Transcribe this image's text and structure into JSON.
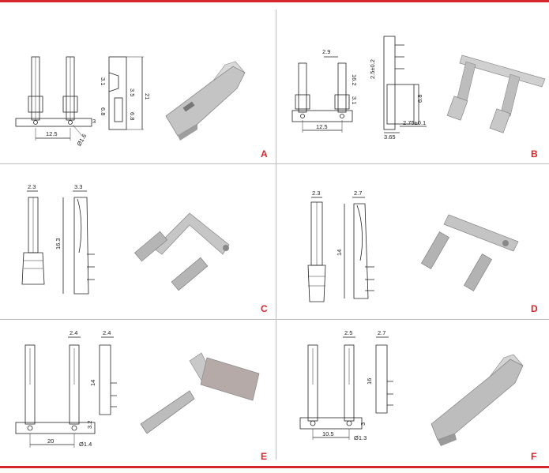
{
  "panels": [
    {
      "letter": "A",
      "dims": {
        "d1": "12.5",
        "d2": "Ø1.6",
        "d3": "21",
        "d4": "3.1",
        "d5": "3.5",
        "d6": "6.8",
        "d7": "6.8",
        "d8": "3"
      }
    },
    {
      "letter": "B",
      "dims": {
        "d1": "2.9",
        "d2": "2.5±0.2",
        "d3": "12.5",
        "d4": "3.65",
        "d5": "2.75±0.1",
        "d6": "6.8",
        "d7": "16.2",
        "d8": "3.1"
      }
    },
    {
      "letter": "C",
      "dims": {
        "d1": "2.3",
        "d2": "3.3",
        "d3": "16.3"
      }
    },
    {
      "letter": "D",
      "dims": {
        "d1": "2.3",
        "d2": "2.7",
        "d3": "14"
      }
    },
    {
      "letter": "E",
      "dims": {
        "d1": "2.4",
        "d2": "2.4",
        "d3": "14",
        "d4": "20",
        "d5": "Ø1.4",
        "d6": "3.2"
      }
    },
    {
      "letter": "F",
      "dims": {
        "d1": "2.5",
        "d2": "2.7",
        "d3": "16",
        "d4": "10.5",
        "d5": "Ø1.3",
        "d6": "3"
      }
    }
  ],
  "colors": {
    "accent": "#d7262b",
    "grid": "#bdbdbd",
    "metal": "#b9b9b9"
  }
}
